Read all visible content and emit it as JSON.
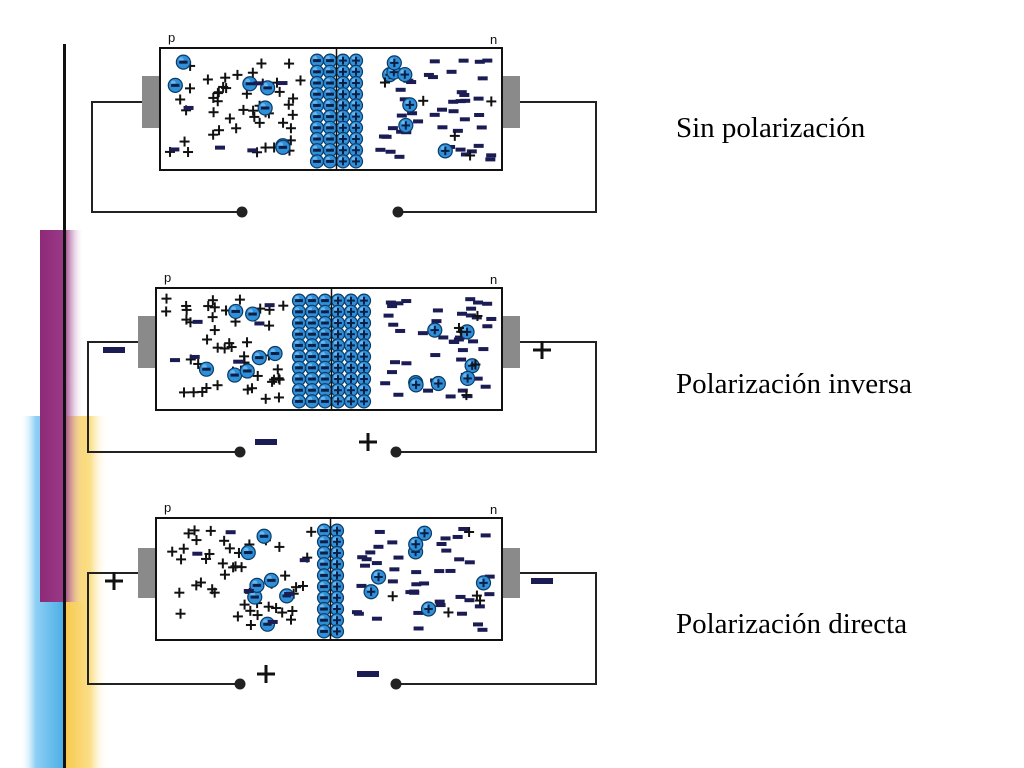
{
  "colors": {
    "background": "#ffffff",
    "purple_bar": "#8e2a78",
    "blue_bar": "#5ab8ec",
    "yellow_bar": "#f7c84a",
    "ion_fill": "#2f8fd8",
    "ion_stroke": "#0b3b66",
    "minus_dash": "#1c1c55",
    "plus_sign": "#111111",
    "contact": "#8a8a8a",
    "wire": "#222222"
  },
  "diagrams": [
    {
      "id": "sin",
      "label": "Sin polarización",
      "p_label": "p",
      "n_label": "n",
      "battery_left_sign": "",
      "battery_right_sign": "",
      "terminal_left_sign": "",
      "terminal_right_sign": ""
    },
    {
      "id": "inversa",
      "label": "Polarización inversa",
      "p_label": "p",
      "n_label": "n",
      "battery_left_sign": "−",
      "battery_right_sign": "+",
      "terminal_left_sign": "−",
      "terminal_right_sign": "+"
    },
    {
      "id": "directa",
      "label": "Polarización directa",
      "p_label": "p",
      "n_label": "n",
      "battery_left_sign": "+",
      "battery_right_sign": "−",
      "terminal_left_sign": "+",
      "terminal_right_sign": "−"
    }
  ],
  "icons": {
    "acceptor_ion": "minus-ion-icon",
    "donor_ion": "plus-ion-icon",
    "hole": "plus-sign-icon",
    "electron": "minus-dash-icon"
  }
}
